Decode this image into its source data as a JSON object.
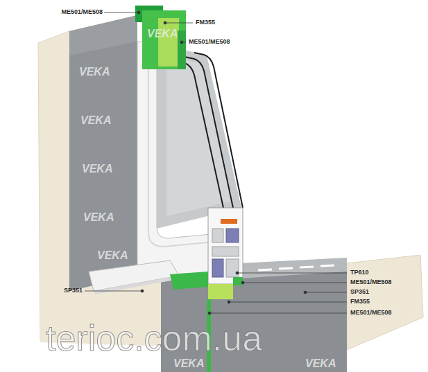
{
  "diagram": {
    "labels": [
      "ME501/ME508",
      "FM355",
      "ME501/ME508",
      "TP610",
      "ME501/ME508",
      "SP351",
      "SP351",
      "FM355",
      "ME501/ME508",
      "VEKA",
      "VEKA",
      "VEKA",
      "VEKA",
      "VEKA",
      "VEKA",
      "VEKA",
      "VEKA",
      "terioc.com.ua"
    ]
  }
}
